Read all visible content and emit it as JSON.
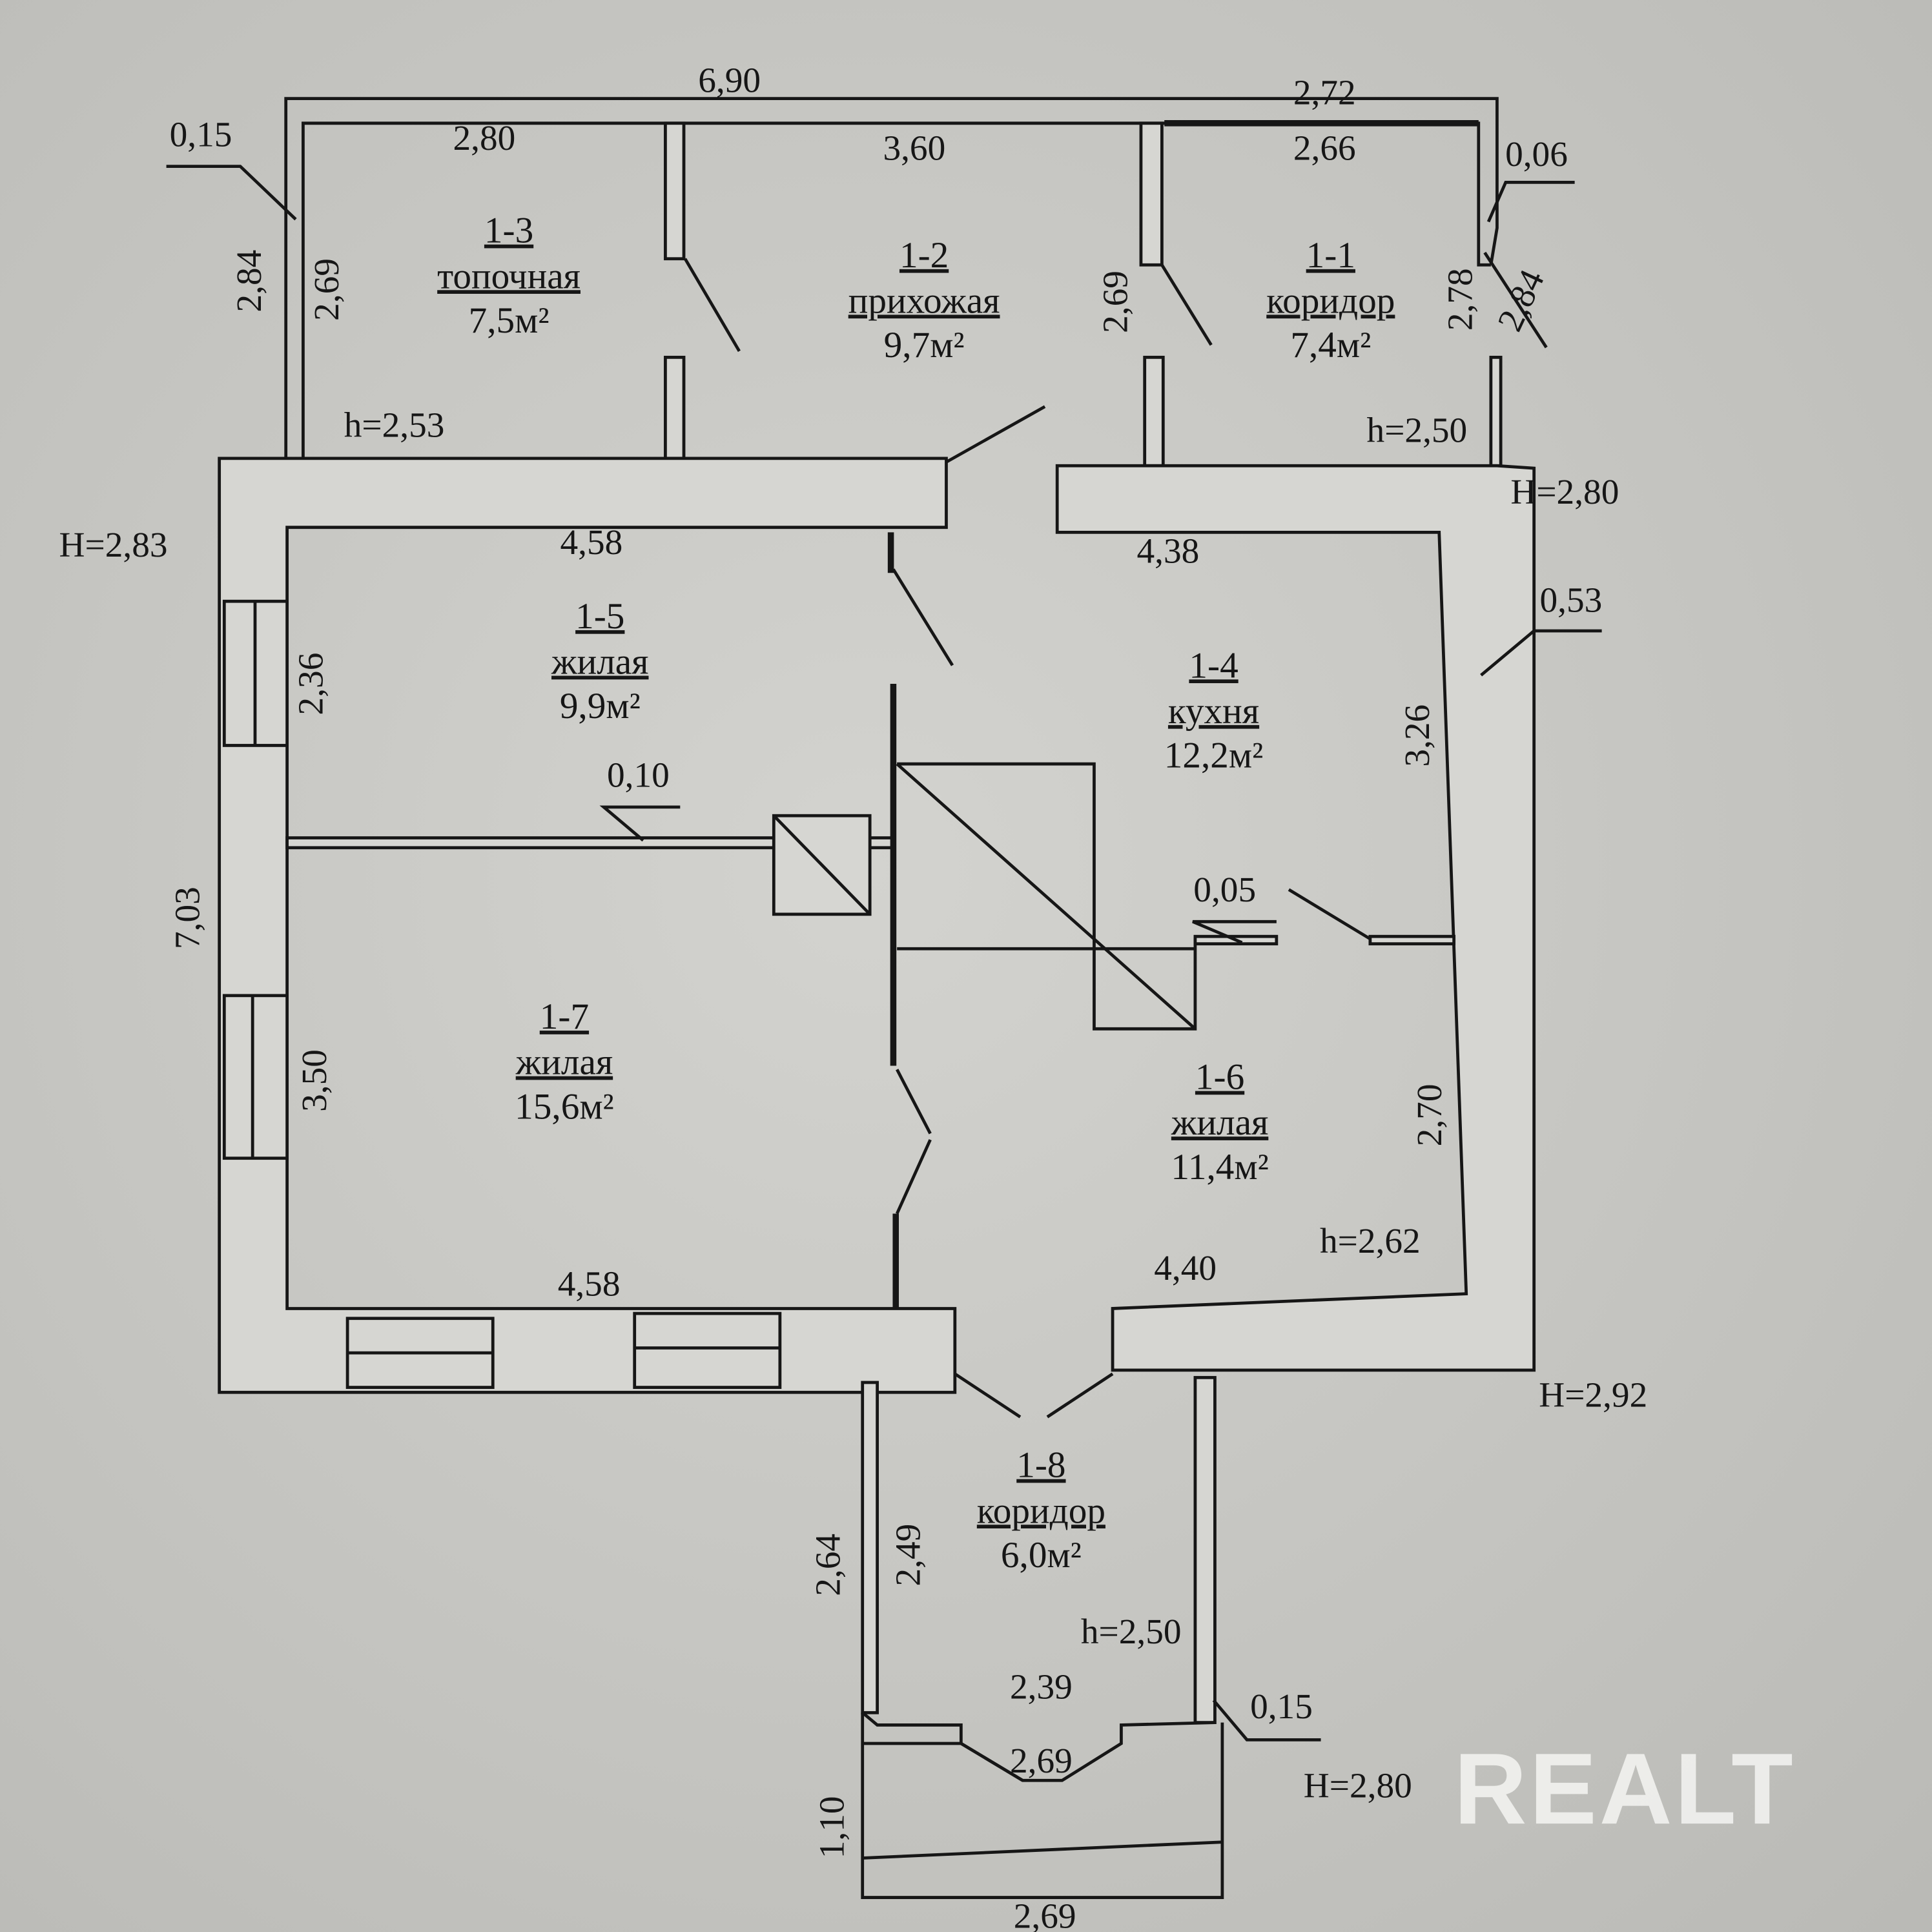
{
  "rooms": [
    {
      "id": "1-1",
      "name": "коридор",
      "area": "7,4м²"
    },
    {
      "id": "1-2",
      "name": "прихожая",
      "area": "9,7м²"
    },
    {
      "id": "1-3",
      "name": "топочная",
      "area": "7,5м²"
    },
    {
      "id": "1-4",
      "name": "кухня",
      "area": "12,2м²"
    },
    {
      "id": "1-5",
      "name": "жилая",
      "area": "9,9м²"
    },
    {
      "id": "1-6",
      "name": "жилая",
      "area": "11,4м²"
    },
    {
      "id": "1-7",
      "name": "жилая",
      "area": "15,6м²"
    },
    {
      "id": "1-8",
      "name": "коридор",
      "area": "6,0м²"
    }
  ],
  "dimensions_horizontal": [
    "6,90",
    "2,72",
    "2,80",
    "3,60",
    "2,66",
    "0,15",
    "0,06",
    "4,58",
    "4,38",
    "0,53",
    "0,10",
    "0,05",
    "4,58",
    "4,40",
    "2,39",
    "2,69",
    "0,15",
    "2,69"
  ],
  "dimensions_vertical": [
    "2,84",
    "2,69",
    "2,69",
    "2,78",
    "2,84",
    "2,36",
    "3,26",
    "7,03",
    "3,50",
    "2,70",
    "2,64",
    "2,49",
    "1,10"
  ],
  "heights": [
    "h=2,53",
    "h=2,50",
    "H=2,80",
    "H=2,83",
    "h=2,62",
    "H=2,92",
    "h=2,50",
    "H=2,80"
  ],
  "watermark": "REALT",
  "colors": {
    "paper": "#c8c8c4",
    "ink": "#161616",
    "wall_fill": "#d6d6d2"
  }
}
